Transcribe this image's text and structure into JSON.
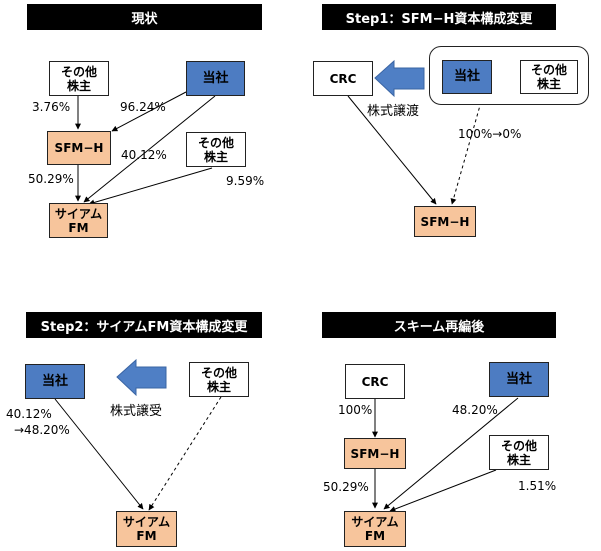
{
  "panels": {
    "current": {
      "title": "現状",
      "other_top": "その他\n株主",
      "company": "当社",
      "sfmh": "SFM−H",
      "other_mid": "その他\n株主",
      "siam": "サイアム\nFM",
      "p_other_sfmh": "3.76%",
      "p_company_sfmh": "96.24%",
      "p_company_siam": "40.12%",
      "p_sfmh_siam": "50.29%",
      "p_other_siam": "9.59%"
    },
    "step1": {
      "title": "Step1：SFM−H資本構成変更",
      "crc": "CRC",
      "company": "当社",
      "other": "その他\n株主",
      "transfer": "株式譲渡",
      "change": "100%→0%",
      "sfmh": "SFM−H"
    },
    "step2": {
      "title": "Step2：サイアムFM資本構成変更",
      "company": "当社",
      "other": "その他\n株主",
      "receive": "株式譲受",
      "change_line1": "40.12%",
      "change_line2": "→48.20%",
      "siam": "サイアム\nFM"
    },
    "after": {
      "title": "スキーム再編後",
      "crc": "CRC",
      "company": "当社",
      "sfmh": "SFM−H",
      "other": "その他\n株主",
      "siam": "サイアム\nFM",
      "p_crc_sfmh": "100%",
      "p_company_siam": "48.20%",
      "p_sfmh_siam": "50.29%",
      "p_other_siam": "1.51%"
    }
  },
  "colors": {
    "company_fill": "#4d7cc2",
    "subsidiary_fill": "#f7c59c",
    "arrow_fill": "#4f7fc5"
  }
}
